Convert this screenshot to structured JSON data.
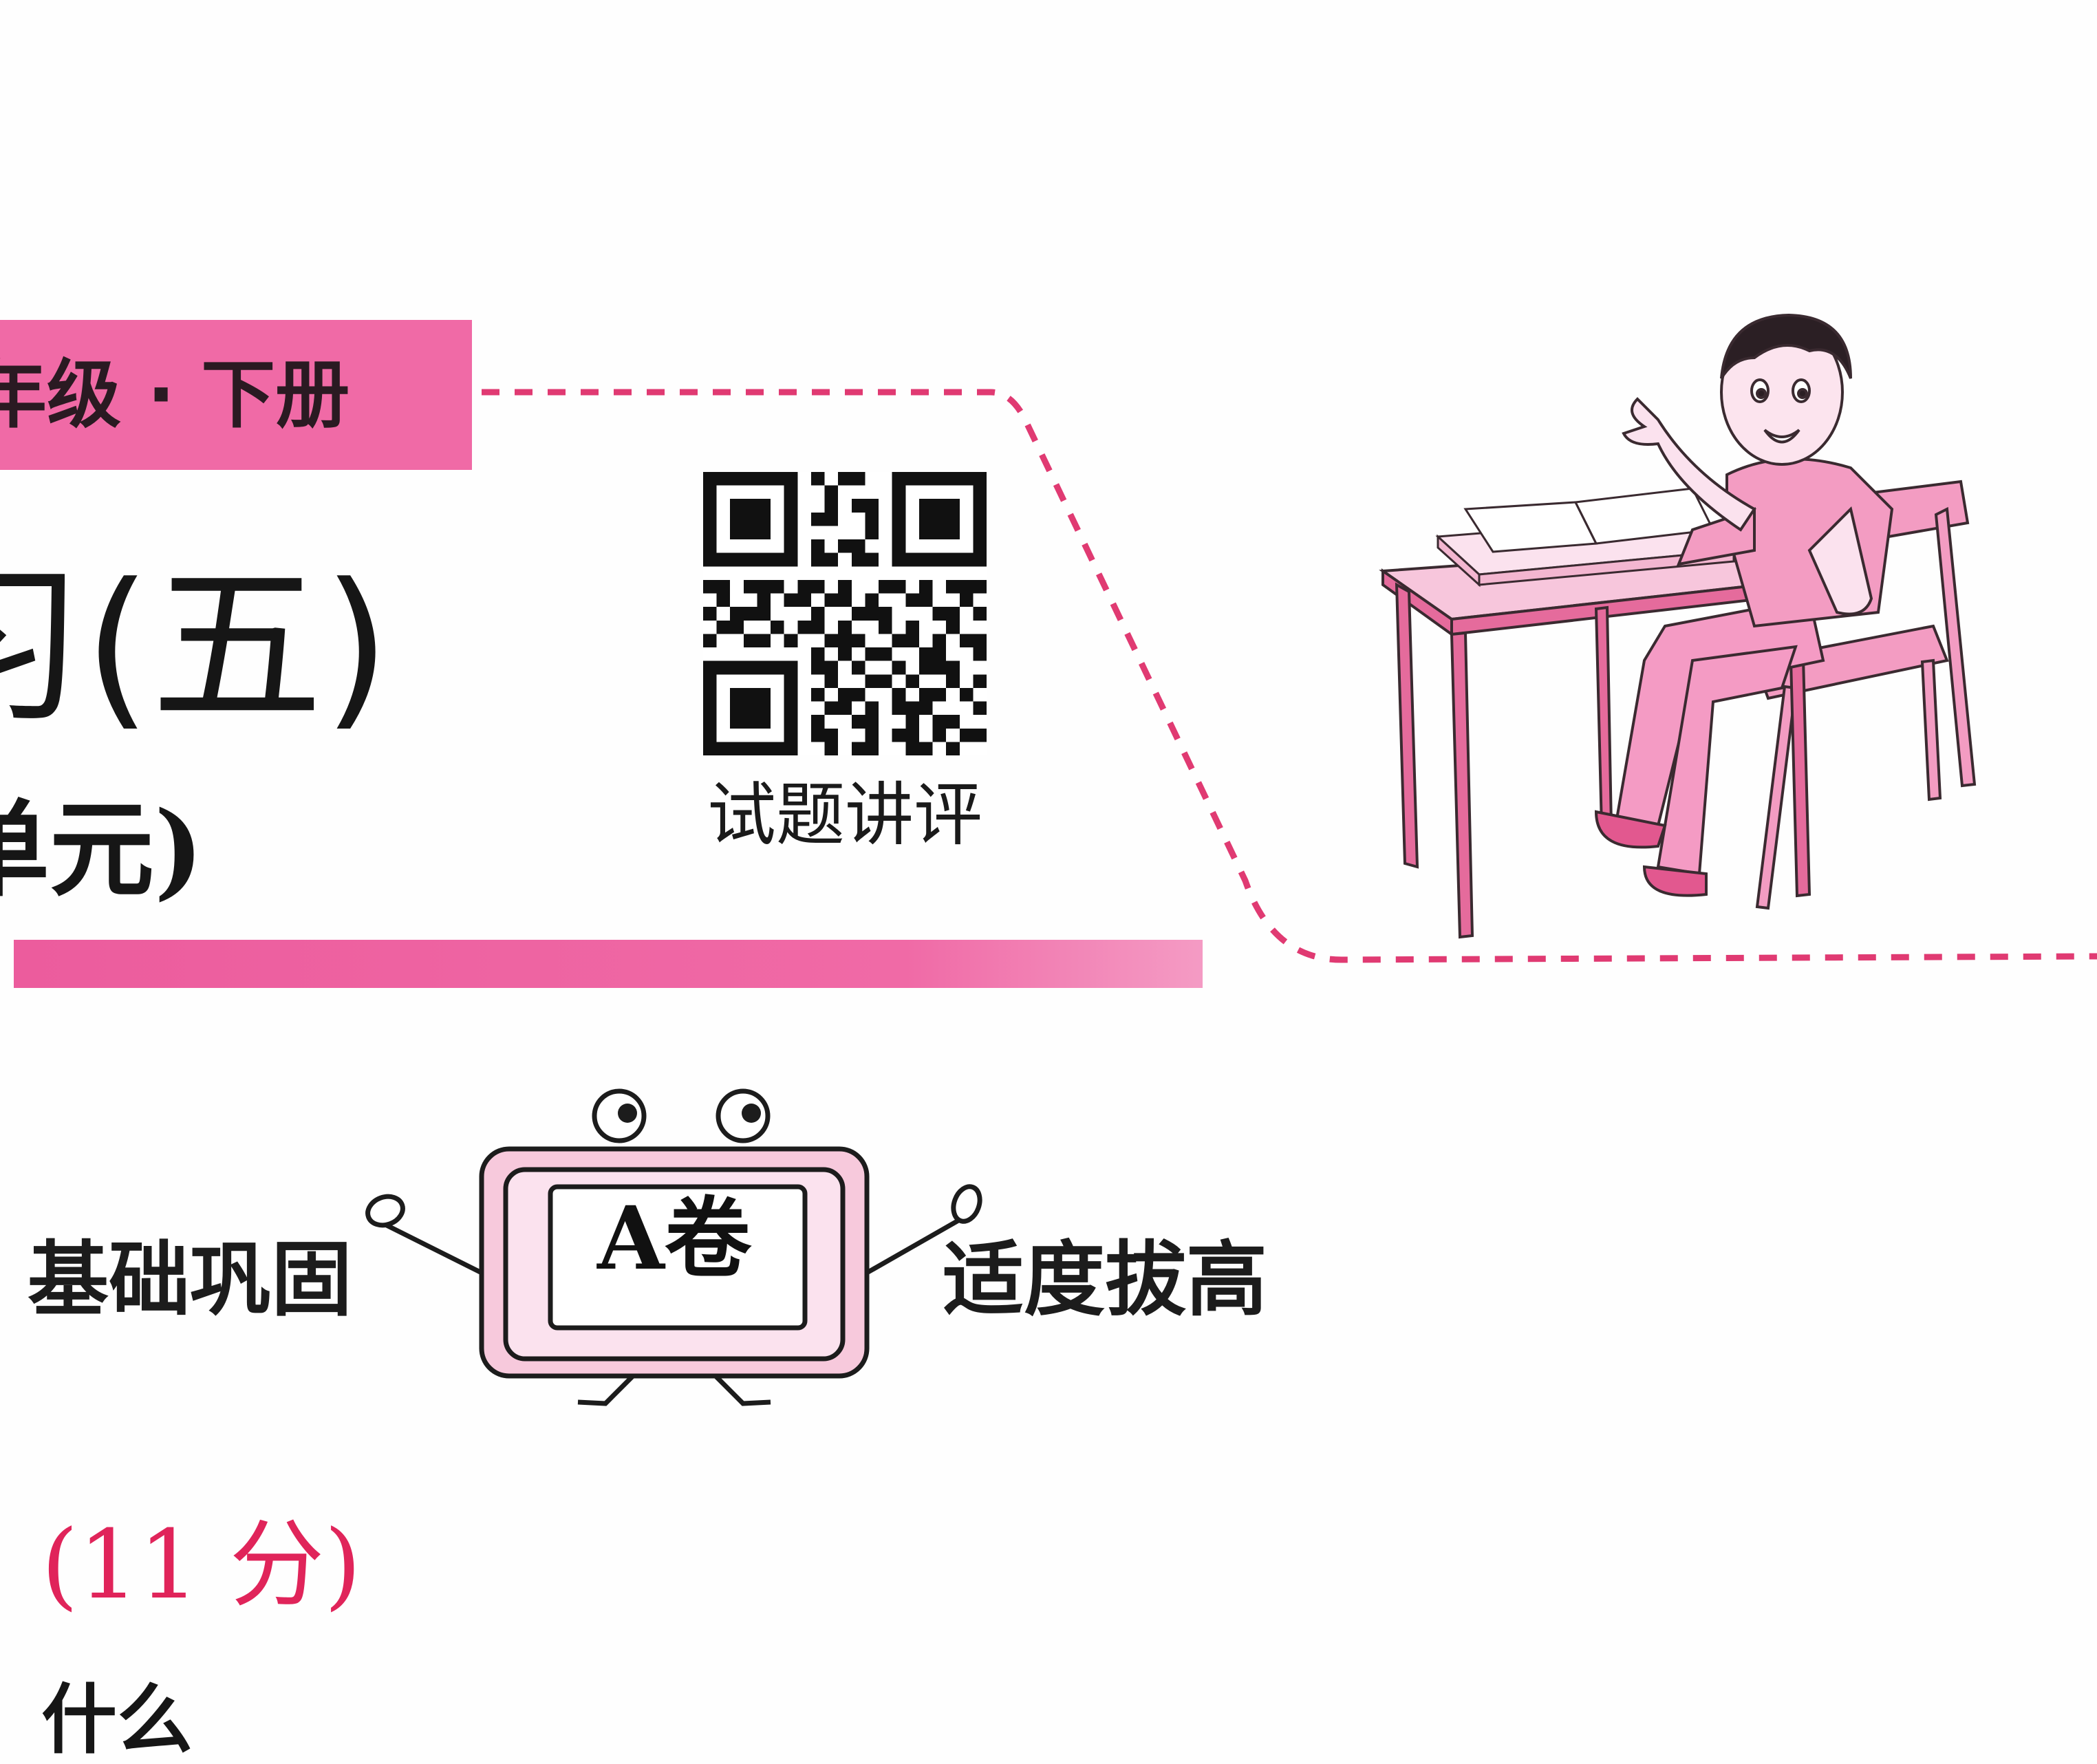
{
  "header": {
    "grade": "年级 · 下册",
    "title": "习(五)",
    "subtitle": "单元)"
  },
  "qr": {
    "caption": "试题讲评",
    "icon": "qr-code-icon"
  },
  "banner": {
    "left_text": "基础巩固",
    "label": "A卷",
    "right_text": "适度拔高"
  },
  "section": {
    "score": "(11 分)",
    "partial_text": "什么"
  },
  "colors": {
    "accent_pink": "#f06aa6",
    "score_red": "#e0245a",
    "dotted_border": "#e03a72"
  }
}
